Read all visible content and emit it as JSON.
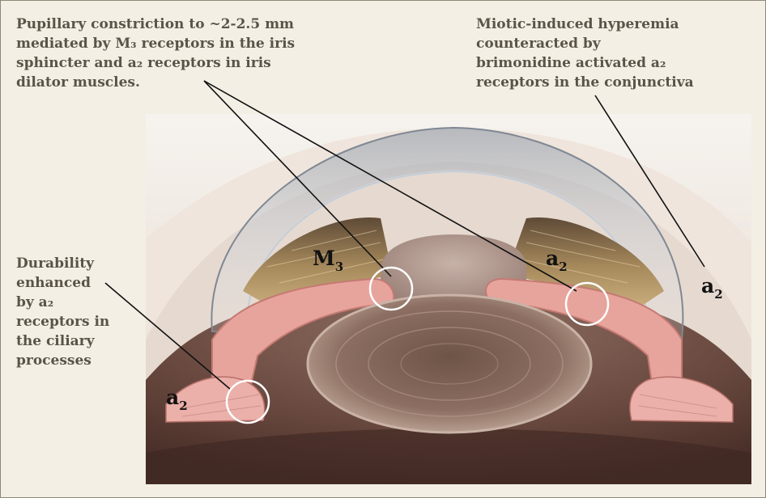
{
  "callouts": {
    "pupil": "Pupillary constriction to ~2-2.5 mm\nmediated by M₃ receptors in the iris\nsphincter and a₂ receptors in iris\ndilator muscles.",
    "hyperemia": "Miotic-induced hyperemia\ncounteracted by\nbrimonidine activated a₂\nreceptors in the conjunctiva",
    "durability": "Durability\nenhanced\nby a₂\nreceptors in\nthe ciliary\nprocesses"
  },
  "receptor_labels": {
    "m3_base": "M",
    "m3_sub": "3",
    "a2_iris_base": "a",
    "a2_iris_sub": "2",
    "a2_ciliary_base": "a",
    "a2_ciliary_sub": "2",
    "a2_conj_base": "a",
    "a2_conj_sub": "2"
  },
  "colors": {
    "background": "#f3efe4",
    "text": "#5a5448",
    "tissue_pink": "#e7a49c",
    "sclera": "#efe7de",
    "iris_brown": "#8a6a3e",
    "lens": "#8a6c5c",
    "cornea": "#b4bcc6",
    "highlight_circle": "#ffffff"
  }
}
